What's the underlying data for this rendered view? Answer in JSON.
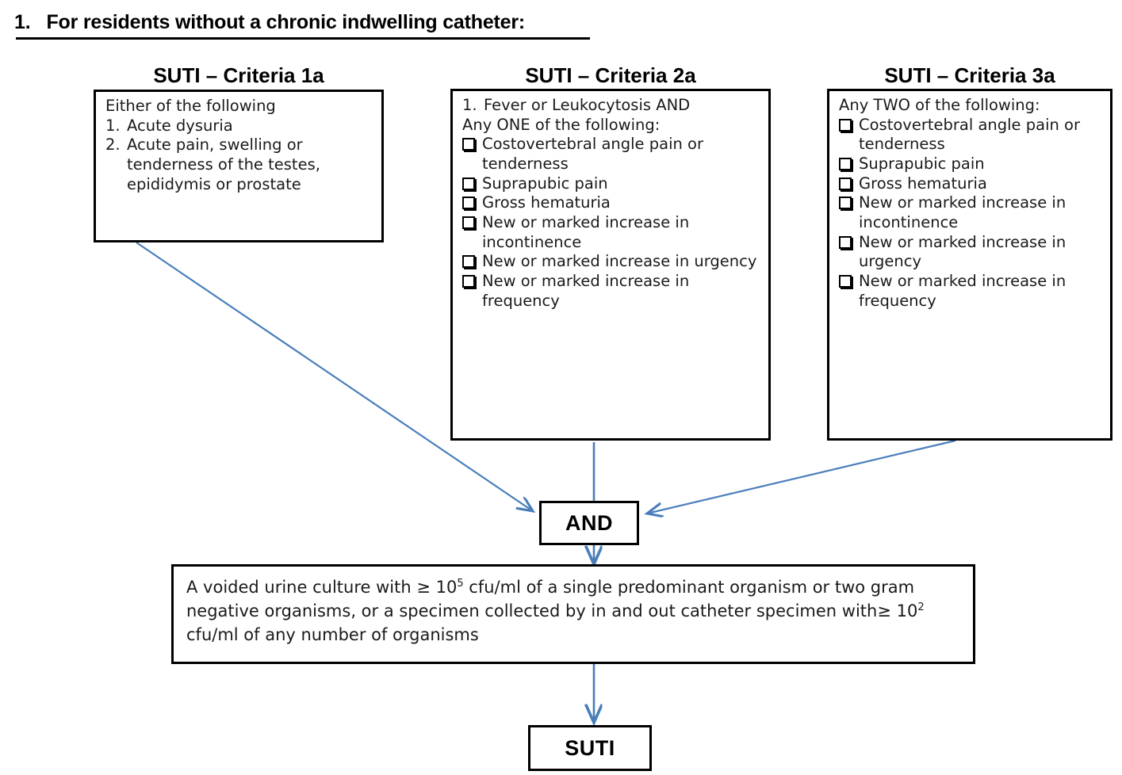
{
  "title": {
    "number": "1.",
    "text": "For residents without a chronic indwelling catheter:"
  },
  "colors": {
    "arrow": "#4a7ebb",
    "box_border": "#000000",
    "text": "#1a1a1a",
    "background": "#ffffff"
  },
  "columns": [
    {
      "heading": "SUTI – Criteria 1a",
      "intro": "Either of the following",
      "numbered": [
        {
          "marker": "1.",
          "text": "Acute dysuria"
        },
        {
          "marker": "2.",
          "text": "Acute pain, swelling or tenderness of the testes, epididymis or prostate"
        }
      ],
      "checkboxes": []
    },
    {
      "heading": "SUTI – Criteria 2a",
      "intro": "Any ONE of the following:",
      "numbered": [
        {
          "marker": "1.",
          "text": "Fever or Leukocytosis  AND"
        }
      ],
      "checkboxes": [
        "Costovertebral angle pain or tenderness",
        "Suprapubic pain",
        "Gross hematuria",
        "New or marked increase in incontinence",
        " New or marked increase in urgency",
        "New or marked increase in frequency"
      ]
    },
    {
      "heading": "SUTI – Criteria 3a",
      "intro": "Any TWO of the following:",
      "numbered": [],
      "checkboxes": [
        "Costovertebral angle pain or tenderness",
        "Suprapubic pain",
        "Gross hematuria",
        "New or marked increase in incontinence",
        " New or marked increase in urgency",
        "New or marked increase in frequency"
      ]
    }
  ],
  "and_node": {
    "label": "AND"
  },
  "culture_node": {
    "segments": [
      {
        "type": "text",
        "value": "A voided urine culture with "
      },
      {
        "type": "text",
        "value": "≥ 10"
      },
      {
        "type": "sup",
        "value": "5"
      },
      {
        "type": "text",
        "value": " cfu/ml of a single predominant organism or two gram negative organisms, or a specimen collected by in and out catheter specimen with"
      },
      {
        "type": "text",
        "value": "≥ 10"
      },
      {
        "type": "sup",
        "value": "2"
      },
      {
        "type": "text",
        "value": " cfu/ml of any number of organisms"
      }
    ],
    "plain": "A voided urine culture with ≥ 10⁵ cfu/ml of a single predominant organism or two gram negative organisms, or a specimen collected by in and out catheter specimen with ≥ 10² cfu/ml of any number of organisms"
  },
  "outcome_node": {
    "label": "SUTI"
  }
}
